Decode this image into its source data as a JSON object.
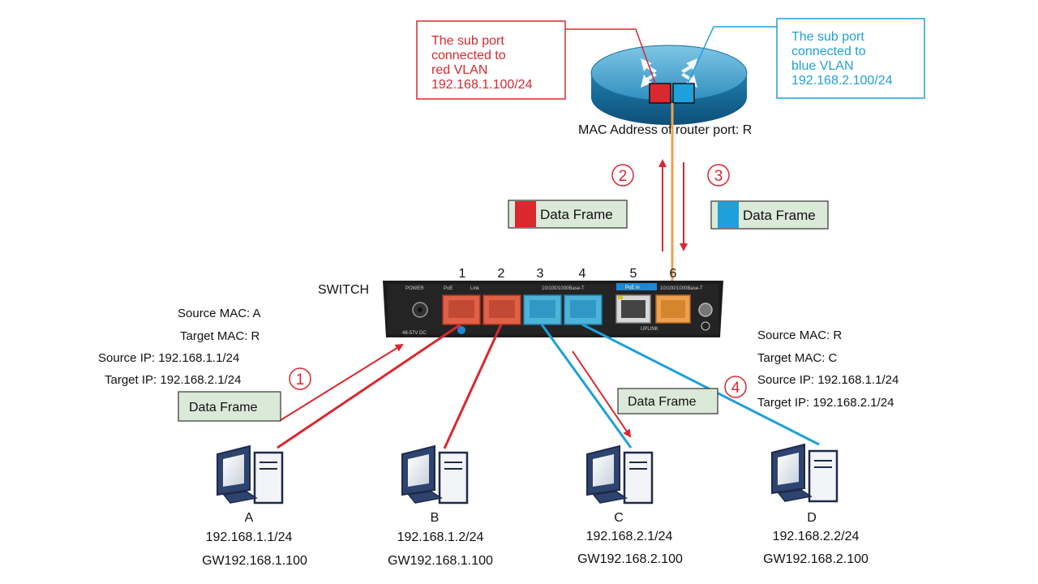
{
  "colors": {
    "red": "#d9282f",
    "blue": "#1ea0dc",
    "orange": "#f0a050",
    "frame_fill": "#dbe9d8",
    "switch_body": "#1c1c1c"
  },
  "router": {
    "red_subport_callout": [
      "The sub port",
      "connected to",
      "red VLAN",
      "192.168.1.100/24"
    ],
    "blue_subport_callout": [
      "The sub port",
      "connected to",
      "blue VLAN",
      "192.168.2.100/24"
    ],
    "mac_label": "MAC Address of router port: R"
  },
  "steps": {
    "s1": "1",
    "s2": "2",
    "s3": "3",
    "s4": "4"
  },
  "frames": {
    "red_frame": "Data Frame",
    "blue_frame": "Data Frame",
    "frame_1": "Data Frame",
    "frame_4": "Data Frame"
  },
  "switch": {
    "label": "SWITCH",
    "port_numbers": [
      "1",
      "2",
      "3",
      "4",
      "5",
      "6"
    ],
    "power_label": "POWER",
    "power_spec": "48-57V DC",
    "poe_label": "PoE",
    "link_label": "Link",
    "speed_label_a": "10/100/1000Base-T",
    "speed_label_b": "10/100/1000Base-T",
    "poe_in_label": "PoE in",
    "uplink_label": "UPLINK"
  },
  "frame_info_1": {
    "src_mac": "Source MAC: A",
    "tgt_mac": "Target MAC: R",
    "src_ip": "Source IP: 192.168.1.1/24",
    "tgt_ip": "Target IP: 192.168.2.1/24"
  },
  "frame_info_4": {
    "src_mac": "Source MAC: R",
    "tgt_mac": "Target MAC: C",
    "src_ip": "Source IP: 192.168.1.1/24",
    "tgt_ip": "Target IP: 192.168.2.1/24"
  },
  "pcs": [
    {
      "name": "A",
      "ip": "192.168.1.1/24",
      "gw": "GW192.168.1.100"
    },
    {
      "name": "B",
      "ip": "192.168.1.2/24",
      "gw": "GW192.168.1.100"
    },
    {
      "name": "C",
      "ip": "192.168.2.1/24",
      "gw": "GW192.168.2.100"
    },
    {
      "name": "D",
      "ip": "192.168.2.2/24",
      "gw": "GW192.168.2.100"
    }
  ]
}
